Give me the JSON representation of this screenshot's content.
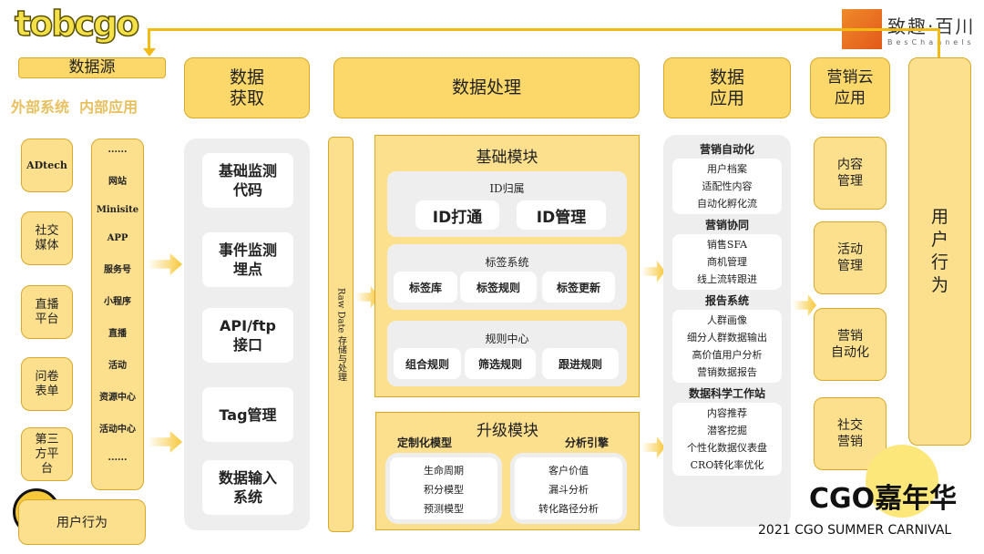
{
  "brand": {
    "logo": "tobcgo",
    "partner_logo": "致趣·百川",
    "partner_sub": "BesChannels"
  },
  "source": {
    "title": "数据源",
    "subtitle": "外部系统  内部应用",
    "external": [
      "ADtech",
      "社交\n媒体",
      "直播\n平台",
      "问卷\n表单",
      "第三\n方平\n台"
    ],
    "internal": [
      "......",
      "网站",
      "Minisite",
      "APP",
      "服务号",
      "小程序",
      "直播",
      "活动",
      "资源中心",
      "活动中心",
      "......"
    ],
    "user_behavior": "用户行为"
  },
  "acquisition": {
    "title": "数据\n获取",
    "items": [
      "基础监测\n代码",
      "事件监测\n埋点",
      "API/ftp\n接口",
      "Tag管理",
      "数据输入\n系统"
    ]
  },
  "processing": {
    "title": "数据处理",
    "raw": "Raw Date 存储与处理",
    "basic": {
      "title": "基础模块",
      "id": {
        "title": "ID归属",
        "items": [
          "ID打通",
          "ID管理"
        ]
      },
      "tags": {
        "title": "标签系统",
        "items": [
          "标签库",
          "标签规则",
          "标签更新"
        ]
      },
      "rules": {
        "title": "规则中心",
        "items": [
          "组合规则",
          "筛选规则",
          "跟进规则"
        ]
      }
    },
    "upgrade": {
      "title": "升级模块",
      "custom": {
        "title": "定制化模型",
        "items": [
          "生命周期",
          "积分模型",
          "预测模型"
        ]
      },
      "analysis": {
        "title": "分析引擎",
        "items": [
          "客户价值",
          "漏斗分析",
          "转化路径分析"
        ]
      }
    }
  },
  "application": {
    "title": "数据\n应用",
    "groups": [
      {
        "title": "营销自动化",
        "items": [
          "用户档案",
          "适配性内容",
          "自动化孵化流"
        ]
      },
      {
        "title": "营销协同",
        "items": [
          "销售SFA",
          "商机管理",
          "线上流转跟进"
        ]
      },
      {
        "title": "报告系统",
        "items": [
          "人群画像",
          "细分人群数据输出",
          "高价值用户分析",
          "营销数据报告"
        ]
      },
      {
        "title": "数据科学工作站",
        "items": [
          "内容推荐",
          "潜客挖掘",
          "个性化数据仪表盘",
          "CRO转化率优化"
        ]
      }
    ]
  },
  "cloud": {
    "title": "营销云\n应用",
    "items": [
      "内容\n管理",
      "活动\n管理",
      "营销\n自动化",
      "社交\n营销"
    ]
  },
  "user_column": "用\n户\n行\n为",
  "event": {
    "title": "CGO嘉年华",
    "subtitle": "2021 CGO SUMMER CARNIVAL"
  }
}
